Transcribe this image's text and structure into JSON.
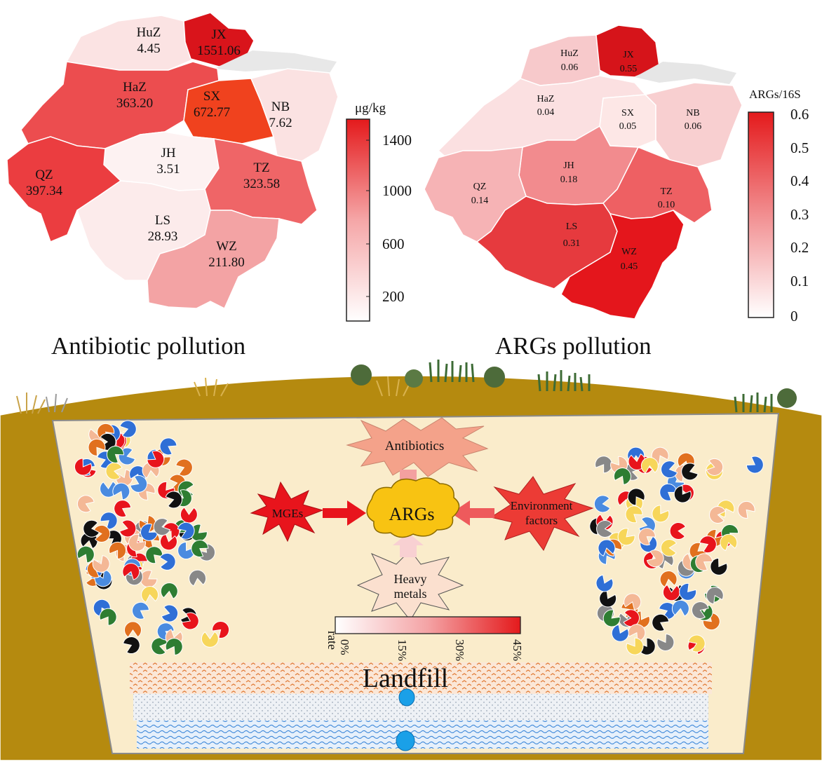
{
  "antibiotic_map": {
    "title": "Antibiotic pollution",
    "unit": "μg/kg",
    "legend_ticks": [
      "1400",
      "1000",
      "600",
      "200"
    ],
    "regions": [
      {
        "code": "HuZ",
        "value": "4.45",
        "color": "#fbe3e3"
      },
      {
        "code": "JX",
        "value": "1551.06",
        "color": "#d9141b"
      },
      {
        "code": "HaZ",
        "value": "363.20",
        "color": "#ec4d4f"
      },
      {
        "code": "SX",
        "value": "672.77",
        "color": "#f0421e"
      },
      {
        "code": "NB",
        "value": "7.62",
        "color": "#fbe2e2"
      },
      {
        "code": "JH",
        "value": "3.51",
        "color": "#fdf2f2"
      },
      {
        "code": "QZ",
        "value": "397.34",
        "color": "#eb3d40"
      },
      {
        "code": "TZ",
        "value": "323.58",
        "color": "#ef6567"
      },
      {
        "code": "LS",
        "value": "28.93",
        "color": "#fcebeb"
      },
      {
        "code": "WZ",
        "value": "211.80",
        "color": "#f3a3a4"
      }
    ]
  },
  "args_map": {
    "title": "ARGs pollution",
    "unit": "ARGs/16S",
    "legend_ticks": [
      "0.6",
      "0.5",
      "0.4",
      "0.3",
      "0.2",
      "0.1",
      "0"
    ],
    "regions": [
      {
        "code": "HuZ",
        "value": "0.06",
        "color": "#f7c9cb"
      },
      {
        "code": "JX",
        "value": "0.55",
        "color": "#d6141a"
      },
      {
        "code": "HaZ",
        "value": "0.04",
        "color": "#fbe0e1"
      },
      {
        "code": "SX",
        "value": "0.05",
        "color": "#fde7e6"
      },
      {
        "code": "NB",
        "value": "0.06",
        "color": "#f8cfd0"
      },
      {
        "code": "JH",
        "value": "0.18",
        "color": "#f28b8e"
      },
      {
        "code": "QZ",
        "value": "0.14",
        "color": "#f6b3b5"
      },
      {
        "code": "TZ",
        "value": "0.10",
        "color": "#ee6063"
      },
      {
        "code": "LS",
        "value": "0.31",
        "color": "#e63a3e"
      },
      {
        "code": "WZ",
        "value": "0.45",
        "color": "#e4161c"
      }
    ]
  },
  "landfill": {
    "label": "Landfill",
    "center_label": "ARGs",
    "factors": {
      "antibiotics": "Antibiotics",
      "mges": "MGEs",
      "environment_line1": "Environment",
      "environment_line2": "factors",
      "heavy_line1": "Heavy",
      "heavy_line2": "metals"
    },
    "rate_legend": {
      "title": "rate",
      "ticks": [
        "0%",
        "15%",
        "30%",
        "45%"
      ]
    }
  },
  "colors": {
    "soil": "#b58a0f",
    "interior": "#faeccb",
    "accent_red": "#e8141c",
    "args_cloud": "#f8c312"
  }
}
